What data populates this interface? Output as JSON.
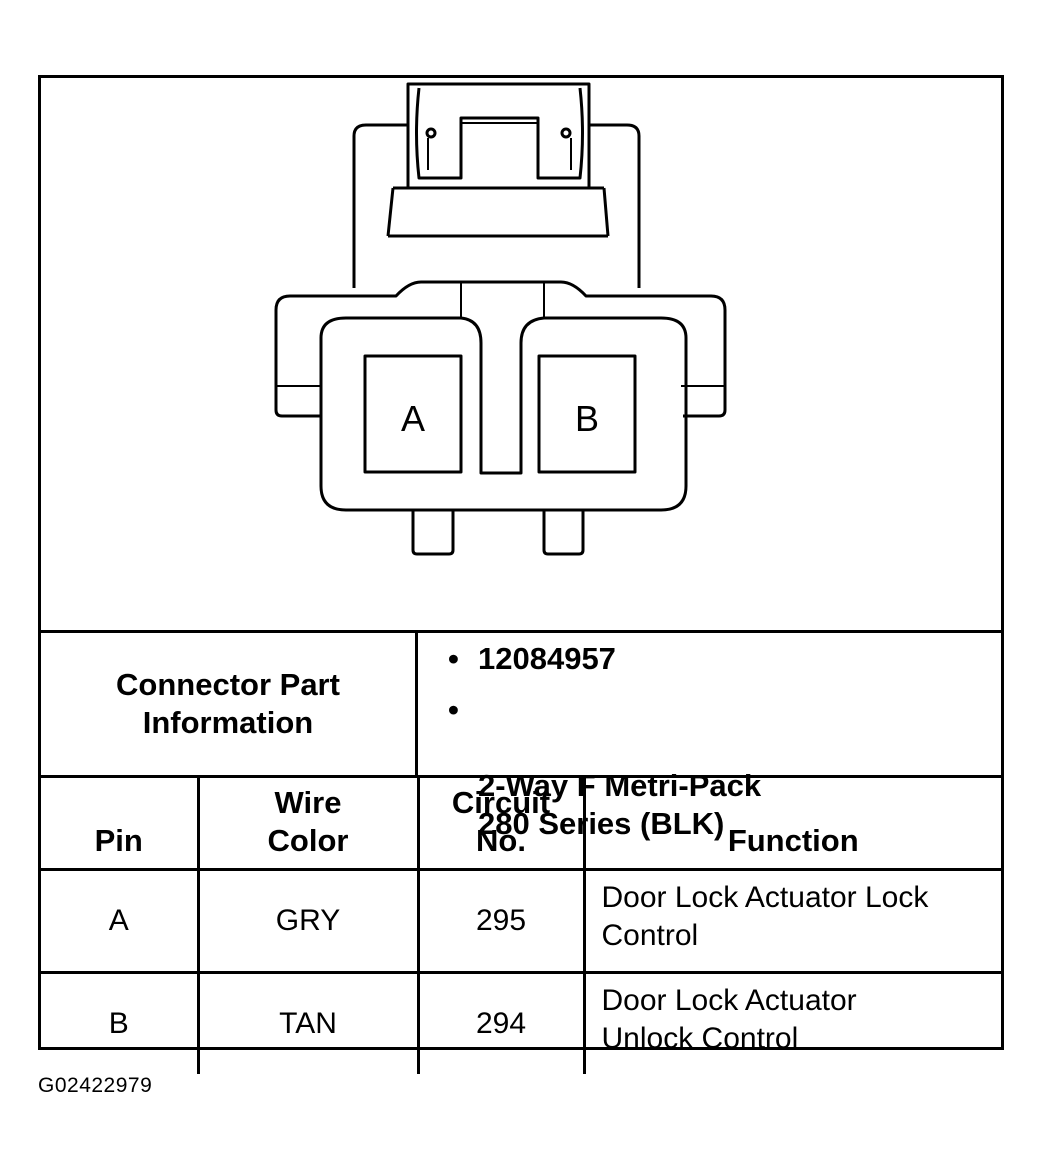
{
  "diagram": {
    "pin_a_label": "A",
    "pin_b_label": "B"
  },
  "connector_info": {
    "label": "Connector Part\nInformation",
    "items": [
      "12084957",
      "2-Way F Metri-Pack\n280 Series (BLK)"
    ]
  },
  "table": {
    "headers": {
      "pin": "Pin",
      "wire_color": "Wire\nColor",
      "circuit": "Circuit\nNo.",
      "function": "Function"
    },
    "rows": [
      {
        "pin": "A",
        "color": "GRY",
        "circuit": "295",
        "function": "Door Lock Actuator Lock\nControl"
      },
      {
        "pin": "B",
        "color": "TAN",
        "circuit": "294",
        "function": "Door Lock Actuator\nUnlock Control"
      }
    ]
  },
  "figure_id": "G02422979"
}
